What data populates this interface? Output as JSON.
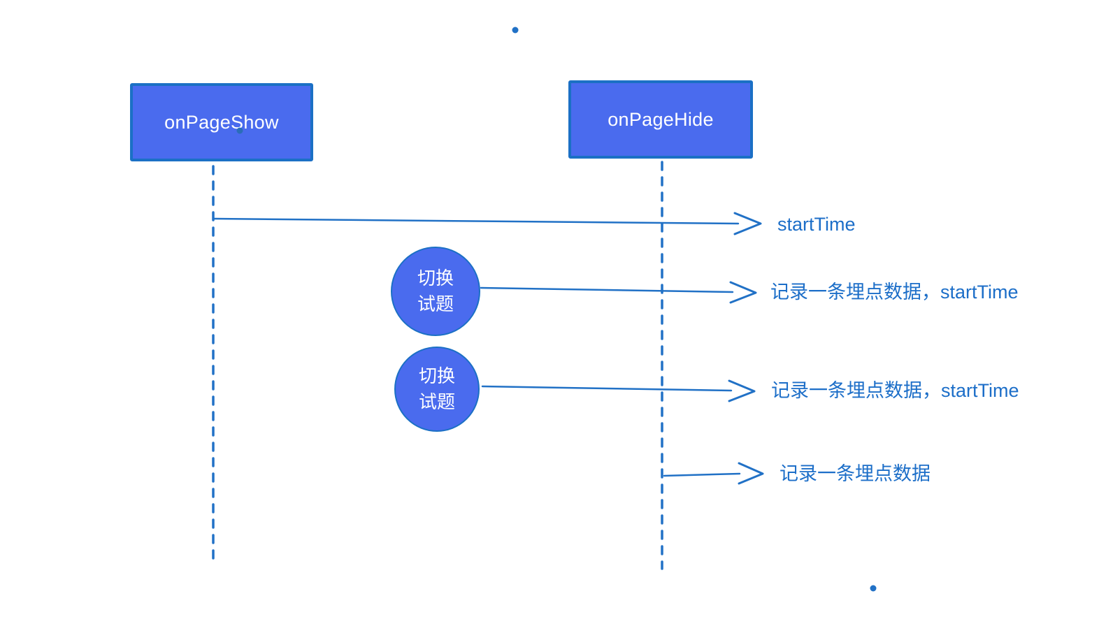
{
  "colors": {
    "box_fill": "#4a6bee",
    "box_border": "#1b70c5",
    "stroke": "#2171c6",
    "label_text": "#1c6ec8",
    "box_text": "#ffffff",
    "dot_dark": "#2a6db8",
    "bg": "#ffffff"
  },
  "actors": [
    {
      "label": "onPageShow"
    },
    {
      "label": "onPageHide"
    }
  ],
  "events": [
    {
      "line1": "切换",
      "line2": "试题"
    },
    {
      "line1": "切换",
      "line2": "试题"
    }
  ],
  "messages": [
    {
      "label": "startTime"
    },
    {
      "label": "记录一条埋点数据，startTime"
    },
    {
      "label": "记录一条埋点数据，startTime"
    },
    {
      "label": "记录一条埋点数据"
    }
  ]
}
